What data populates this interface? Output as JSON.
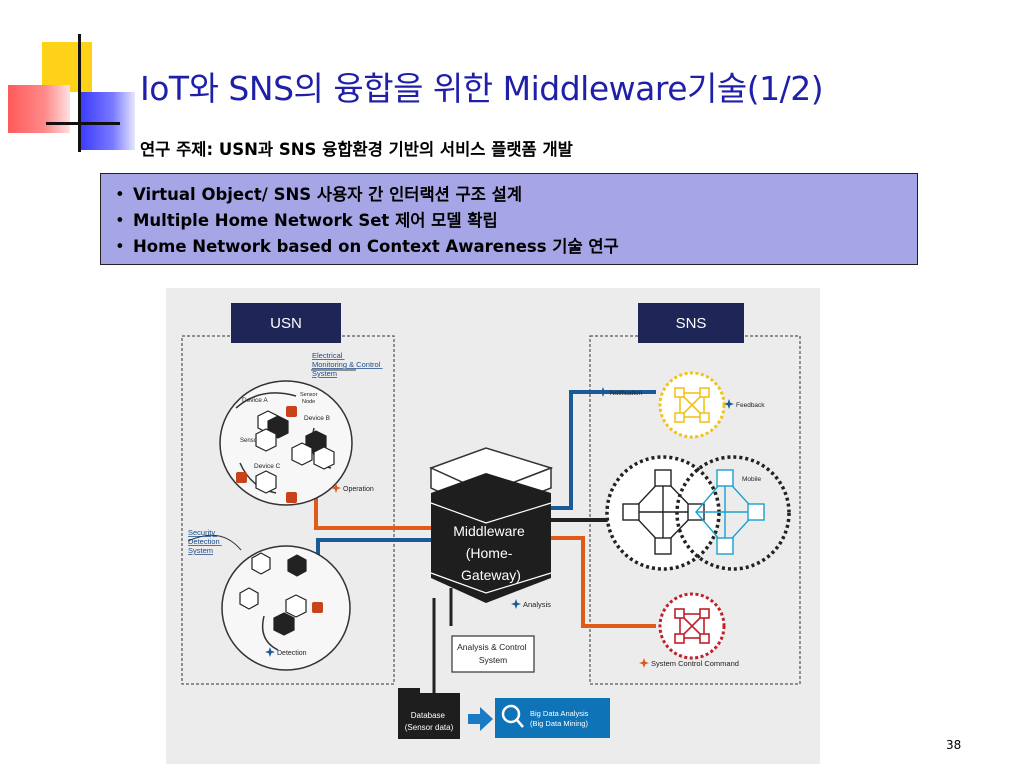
{
  "title": "IoT와 SNS의 융합을 위한 Middleware기술(1/2)",
  "subtitle": {
    "prefix": "연구 주제: ",
    "usn": "USN",
    "mid1": "과 ",
    "sns": "SNS",
    "rest": " 융합환경 기반의 서비스 플랫폼 개발"
  },
  "bullets": [
    {
      "bold": "Virtual Object/ SNS",
      "rest": " 사용자 간 인터랙션 구조 설계"
    },
    {
      "bold": "Multiple Home Network Set",
      "rest": " 제어 모델 확립"
    },
    {
      "bold": "Home Network based on Context Awareness",
      "rest": " 기술 연구"
    }
  ],
  "bullet_char": "•",
  "diagram": {
    "usn_label": "USN",
    "sns_label": "SNS",
    "electrical_system": [
      "Electrical",
      "Monitoring & Control",
      "System"
    ],
    "security_system": [
      "Security",
      "Detection",
      "System"
    ],
    "device_a": "Device A",
    "device_b": "Device B",
    "device_c": "Device C",
    "sensor_node": [
      "Sensor",
      "Node"
    ],
    "sensor": "Sensor",
    "operation": "Operation",
    "detection": "Detection",
    "middleware": [
      "Middleware",
      "(Home-",
      "Gateway)"
    ],
    "analysis": "Analysis",
    "analysis_control": [
      "Analysis & Control",
      "System"
    ],
    "database": [
      "Database",
      "(Sensor data)"
    ],
    "bigdata": [
      "Big Data Analysis",
      "(Big Data Mining)"
    ],
    "notification": "Notification",
    "feedback": "Feedback",
    "mobile": "Mobile",
    "system_control_command": "System Control Command"
  },
  "page_number": "38",
  "colors": {
    "title": "#1f1fa8",
    "navy_box": "#1e2557",
    "orange_line": "#e05a1a",
    "blue_line": "#1a5a96",
    "yellow_ring": "#f3c21a",
    "red_ring": "#c0202a",
    "cyan": "#1aa0d0",
    "bigdata_box": "#0f73b8"
  }
}
